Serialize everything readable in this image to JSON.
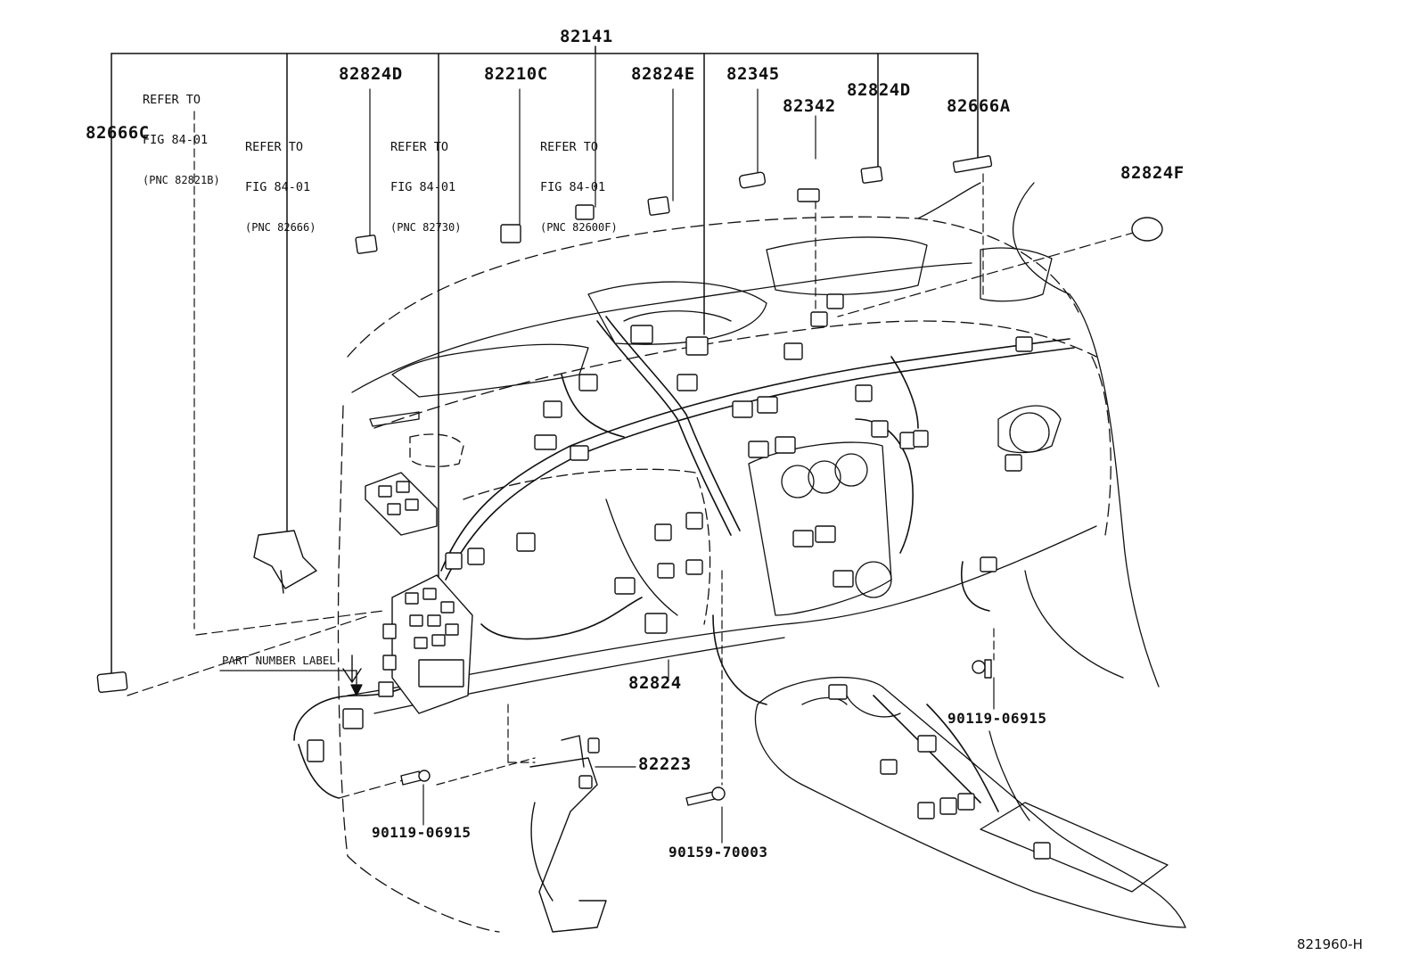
{
  "callouts": {
    "c82141": "82141",
    "c82824D_a": "82824D",
    "c82210C": "82210C",
    "c82824E": "82824E",
    "c82345": "82345",
    "c82342": "82342",
    "c82824D_b": "82824D",
    "c82666A": "82666A",
    "c82666C": "82666C",
    "c82824F": "82824F",
    "c82824": "82824",
    "c82223": "82223",
    "bolt_left": "90119-06915",
    "bolt_right": "90119-06915",
    "screw_center": "90159-70003"
  },
  "references": {
    "r1": [
      "REFER TO",
      "FIG 84-01",
      "(PNC 82821B)"
    ],
    "r2": [
      "REFER TO",
      "FIG 84-01",
      "(PNC 82666)"
    ],
    "r3": [
      "REFER TO",
      "FIG 84-01",
      "(PNC 82730)"
    ],
    "r4": [
      "REFER TO",
      "FIG 84-01",
      "(PNC 82600F)"
    ]
  },
  "notes": {
    "part_number_label": "PART NUMBER LABEL"
  },
  "figure_id": "821960-H"
}
